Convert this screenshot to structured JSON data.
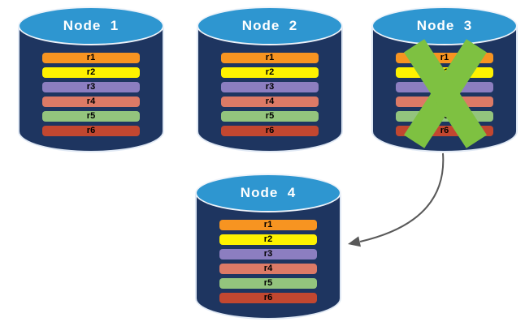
{
  "diagram": {
    "title_note": "",
    "cylinder": {
      "top_color": "#2E96D0",
      "body_color": "#1E3560"
    },
    "failure_x_color": "#7EC141",
    "arrow": {
      "color": "#595959"
    },
    "nodes": [
      {
        "title": "Node  1",
        "records": [
          {
            "label": "r1",
            "color": "#F79421"
          },
          {
            "label": "r2",
            "color": "#FEF200"
          },
          {
            "label": "r3",
            "color": "#8C7EC0"
          },
          {
            "label": "r4",
            "color": "#DC7A66"
          },
          {
            "label": "r5",
            "color": "#93C47D"
          },
          {
            "label": "r6",
            "color": "#C24730"
          }
        ]
      },
      {
        "title": "Node  2",
        "records": [
          {
            "label": "r1",
            "color": "#F79421"
          },
          {
            "label": "r2",
            "color": "#FEF200"
          },
          {
            "label": "r3",
            "color": "#8C7EC0"
          },
          {
            "label": "r4",
            "color": "#DC7A66"
          },
          {
            "label": "r5",
            "color": "#93C47D"
          },
          {
            "label": "r6",
            "color": "#C24730"
          }
        ]
      },
      {
        "title": "Node  3",
        "failed": true,
        "records": [
          {
            "label": "r1",
            "color": "#F79421"
          },
          {
            "label": "r2",
            "color": "#FEF200"
          },
          {
            "label": "r3",
            "color": "#8C7EC0"
          },
          {
            "label": "r4",
            "color": "#DC7A66"
          },
          {
            "label": "r5",
            "color": "#93C47D"
          },
          {
            "label": "r6",
            "color": "#C24730"
          }
        ]
      },
      {
        "title": "Node  4",
        "records": [
          {
            "label": "r1",
            "color": "#F79421"
          },
          {
            "label": "r2",
            "color": "#FEF200"
          },
          {
            "label": "r3",
            "color": "#8C7EC0"
          },
          {
            "label": "r4",
            "color": "#DC7A66"
          },
          {
            "label": "r5",
            "color": "#93C47D"
          },
          {
            "label": "r6",
            "color": "#C24730"
          }
        ]
      }
    ]
  }
}
